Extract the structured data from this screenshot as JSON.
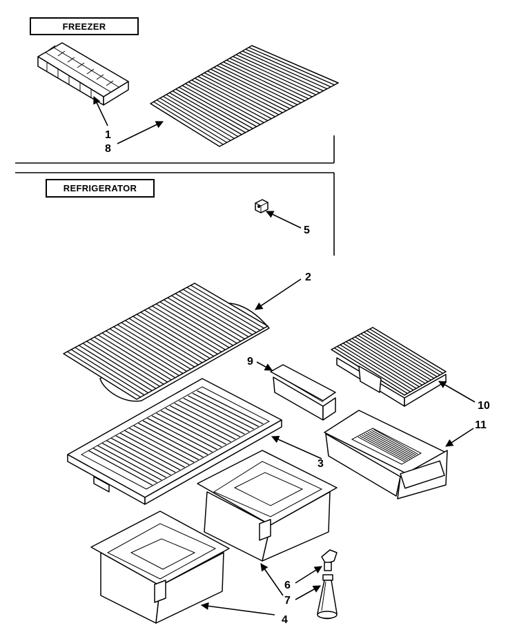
{
  "sections": {
    "freezer": "FREEZER",
    "refrigerator": "REFRIGERATOR"
  },
  "callouts": {
    "c1": "1",
    "c2": "2",
    "c3": "3",
    "c4": "4",
    "c5": "5",
    "c6": "6",
    "c7": "7",
    "c8": "8",
    "c9": "9",
    "c10": "10",
    "c11": "11"
  }
}
